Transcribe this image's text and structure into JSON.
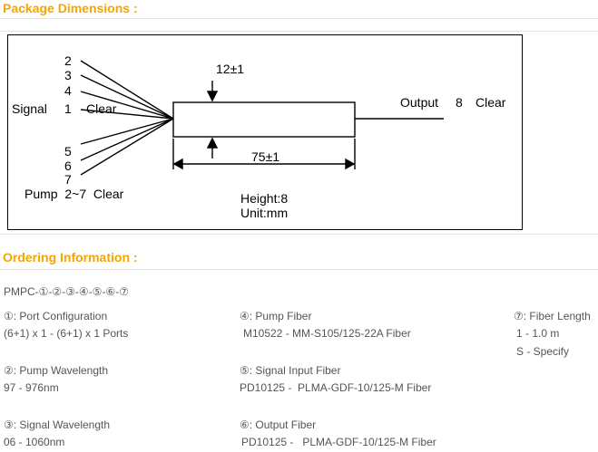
{
  "package": {
    "title": "Package Dimensions :",
    "diagram": {
      "signal_ports_top": [
        "2",
        "3",
        "4"
      ],
      "signal_label": "Signal",
      "signal_port": "1",
      "signal_clear": "Clear",
      "pump_ports_bottom": [
        "5",
        "6",
        "7"
      ],
      "pump_label": "Pump  2~7  Clear",
      "width_dim": "12±1",
      "length_dim": "75±1",
      "output_label": "Output",
      "output_port": "8",
      "output_clear": "Clear",
      "height": "Height:8",
      "unit": "Unit:mm"
    }
  },
  "ordering": {
    "title": "Ordering Information :",
    "code": "PMPC-①-②-③-④-⑤-⑥-⑦",
    "fields": [
      {
        "label": "①: Port Configuration",
        "values": [
          "(6+1) x 1 - (6+1) x 1 Ports"
        ]
      },
      {
        "label": "②: Pump Wavelength",
        "values": [
          "97 - 976nm"
        ]
      },
      {
        "label": "③: Signal Wavelength",
        "values": [
          "06 - 1060nm"
        ]
      },
      {
        "label": "④: Pump Fiber",
        "values": [
          "M10522 - MM-S105/125-22A Fiber"
        ]
      },
      {
        "label": "⑤: Signal Input Fiber",
        "values": [
          "PD10125 -  PLMA-GDF-10/125-M Fiber"
        ]
      },
      {
        "label": "⑥: Output Fiber",
        "values": [
          "PD10125 -   PLMA-GDF-10/125-M Fiber"
        ]
      },
      {
        "label": "⑦: Fiber Length",
        "values": [
          "1 - 1.0 m",
          "S - Specify"
        ]
      }
    ]
  }
}
